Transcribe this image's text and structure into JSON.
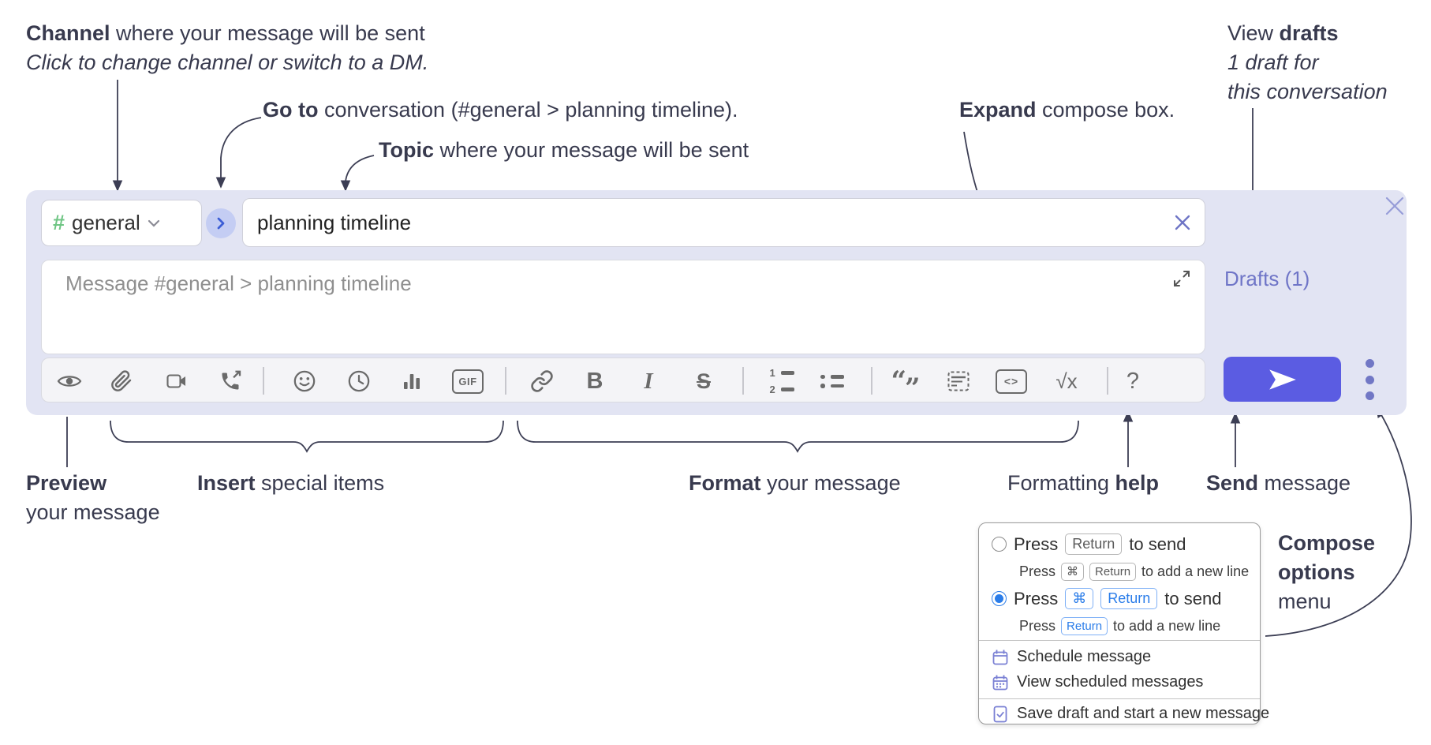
{
  "annotations": {
    "channel": {
      "bold": "Channel",
      "rest": " where your message will be sent",
      "subtitle": "Click to change channel or switch to a DM."
    },
    "go_to": {
      "bold": "Go to",
      "rest": " conversation (#general > planning timeline)."
    },
    "topic": {
      "bold": "Topic",
      "rest": " where your message will be sent"
    },
    "expand": {
      "bold": "Expand",
      "rest": " compose box."
    },
    "view_drafts": {
      "pre": "View ",
      "bold": "drafts",
      "line2": "1 draft for",
      "line3": "this conversation"
    },
    "preview": {
      "bold": "Preview",
      "line2": "your message"
    },
    "insert": {
      "bold": "Insert",
      "rest": " special items"
    },
    "format": {
      "bold": "Format",
      "rest": " your message"
    },
    "formatting_help": {
      "pre": "Formatting ",
      "bold": "help"
    },
    "send": {
      "bold": "Send",
      "rest": " message"
    },
    "compose_options": {
      "line1": "Compose",
      "line2": "options",
      "line3": "menu"
    }
  },
  "compose": {
    "channel": {
      "hash": "#",
      "name": "general"
    },
    "topic_value": "planning timeline",
    "message_placeholder": "Message #general > planning timeline",
    "drafts_label": "Drafts (1)",
    "toolbar": {
      "gif": "GIF",
      "bold": "B",
      "italic": "I",
      "strike": "S",
      "math": "√x",
      "help": "?",
      "num1": "1",
      "num2": "2",
      "code": "<>",
      "quote_open": "“",
      "quote_close": "”"
    }
  },
  "popup": {
    "option_return": {
      "press": "Press",
      "key": "Return",
      "after": "to send",
      "sub_press": "Press",
      "sub_key_cmd": "⌘",
      "sub_key_return": "Return",
      "sub_after": "to add a new line"
    },
    "option_cmd_return": {
      "press": "Press",
      "key_cmd": "⌘",
      "key_return": "Return",
      "after": "to send",
      "sub_press": "Press",
      "sub_key_return": "Return",
      "sub_after": "to add a new line"
    },
    "schedule": "Schedule message",
    "view_scheduled": "View scheduled messages",
    "save_draft": "Save draft and start a new message"
  },
  "colors": {
    "compose_bg": "#e2e4f3",
    "send_button": "#5b5ce2",
    "drafts_link": "#6f75c7",
    "hash_green": "#6fc584",
    "kbd_blue": "#2b7de9",
    "menu_icon_purple": "#7a80d4",
    "annotation_text": "#383a4e"
  }
}
